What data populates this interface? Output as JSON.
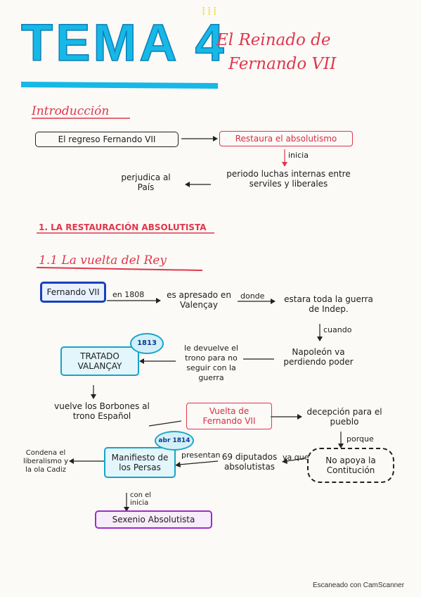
{
  "header": {
    "tema": "TEMA 4",
    "title_line1": "El Reinado de",
    "title_line2": "Fernando VII"
  },
  "intro": {
    "heading": "Introducción",
    "regreso": "El regreso Fernando VII",
    "restaura": "Restaura el absolutismo",
    "inicia": "inicia",
    "periodo": "periodo luchas internas entre serviles y liberales",
    "perjudica": "perjudica al País"
  },
  "section1": {
    "heading": "1. LA RESTAURACIÓN ABSOLUTISTA",
    "sub": "1.1 La vuelta del Rey"
  },
  "flow": {
    "fernando": "Fernando VII",
    "en1808": "en 1808",
    "apresado": "es apresado en Valençay",
    "donde": "donde",
    "estara": "estara toda la guerra de Indep.",
    "cuando": "cuando",
    "napoleon": "Napoleón va perdiendo poder",
    "devuelve": "le devuelve el trono para no seguir con la guerra",
    "tratado": "TRATADO VALANÇAY",
    "badge1813": "1813",
    "vuelve": "vuelve los Borbones al trono Español",
    "vuelta": "Vuelta de Fernando VII",
    "decepcion": "decepción para el pueblo",
    "porque": "porque",
    "noapoya": "No apoya la Contitución",
    "vaque": "va que",
    "diputados": "69 diputados absolutistas",
    "presentan": "presentan",
    "manifiesto": "Manifiesto de los Persas",
    "badge1814": "abr 1814",
    "condena": "Condena el liberalismo y la ola Cadiz",
    "coninicia": "con el inicia",
    "sexenio": "Sexenio Absolutista"
  },
  "footer": {
    "scanner": "Escaneado con CamScanner"
  }
}
